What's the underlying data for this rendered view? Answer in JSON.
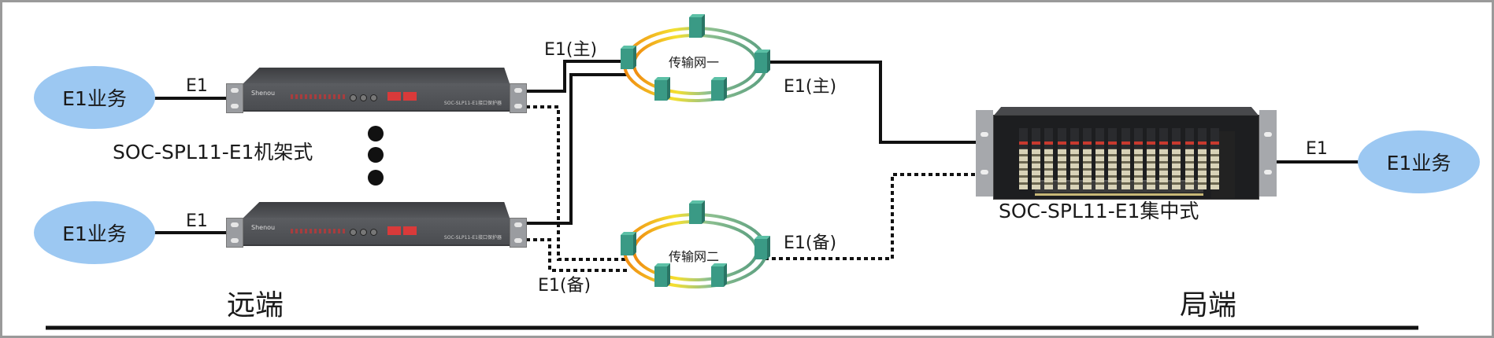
{
  "remote_side": {
    "label": "远端",
    "service_top": "E1业务",
    "service_bottom": "E1业务",
    "link_top": "E1",
    "link_bottom": "E1",
    "device_label": "SOC-SPL11-E1机架式",
    "device_brand": "Shenou",
    "device_model_plate": "SOC-SLP11-E1接口保护器"
  },
  "networks": {
    "ring_top": "传输网一",
    "ring_bottom": "传输网二",
    "link_main_left": "E1(主)",
    "link_main_right": "E1(主)",
    "link_backup_left": "E1(备)",
    "link_backup_right": "E1(备)"
  },
  "central_side": {
    "label": "局端",
    "device_label": "SOC-SPL11-E1集中式",
    "link": "E1",
    "service": "E1业务",
    "card_count": 16
  },
  "colors": {
    "service_fill": "#9cc8f2",
    "node_teal": "#3a9a85",
    "ring_warm": "#f0a020",
    "ring_cool": "#6aaa88",
    "line": "#111111"
  }
}
